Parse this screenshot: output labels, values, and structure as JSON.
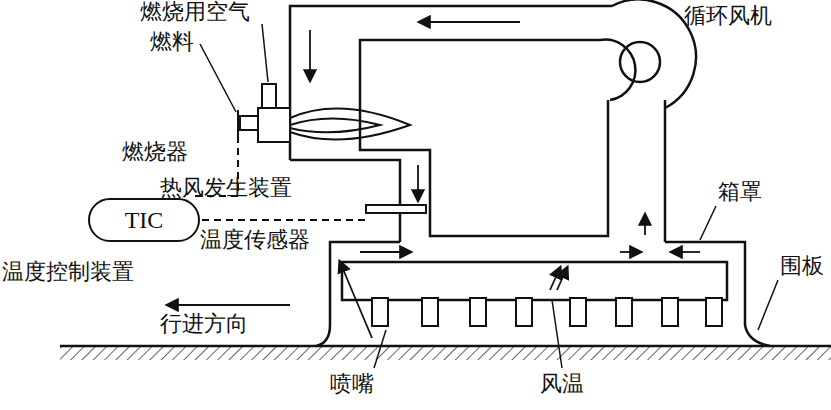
{
  "diagram": {
    "nodes": [
      {
        "text": [
          "TIC"
        ]
      }
    ],
    "labels": [
      "燃烧用空气",
      "燃料",
      "燃烧器",
      "热风发生装置",
      "温度传感器",
      "温度控制装置",
      "行进方向",
      "循环风机",
      "箱罩",
      "围板",
      "喷嘴",
      "风温"
    ]
  }
}
